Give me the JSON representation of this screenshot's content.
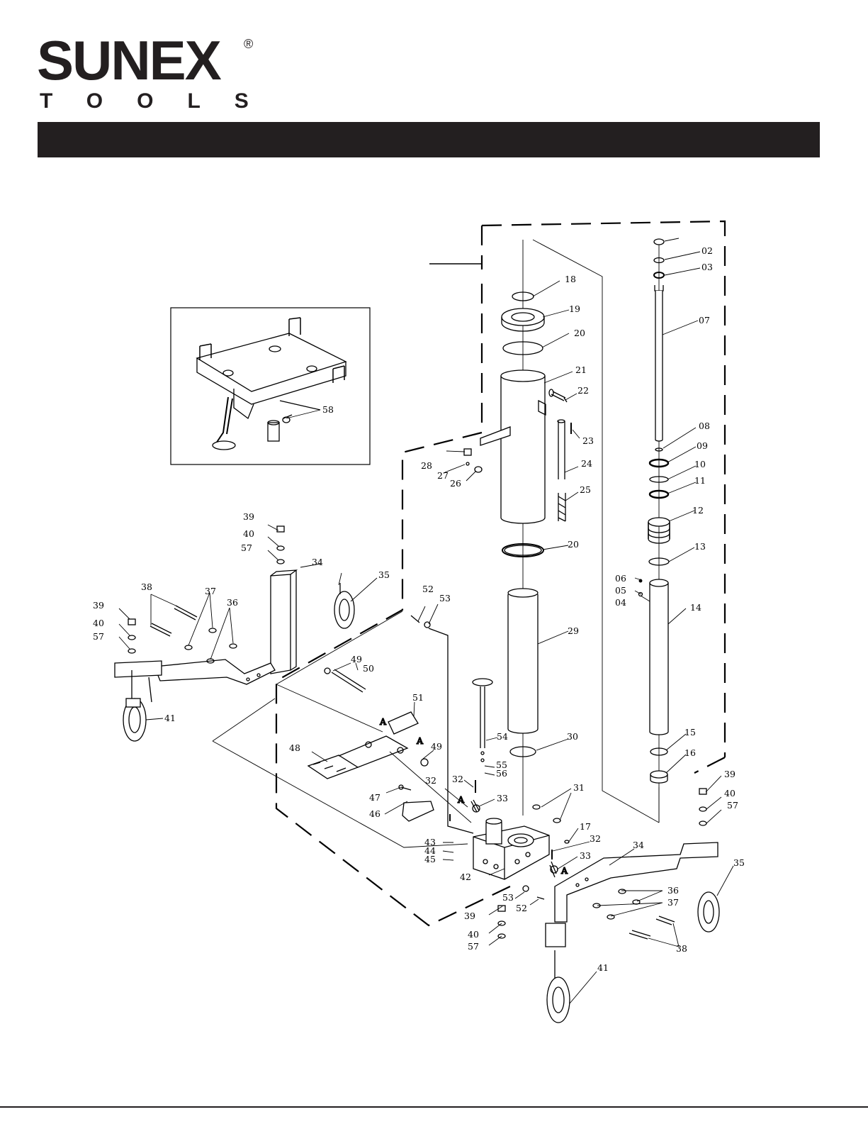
{
  "logo": {
    "brand": "SUNEX",
    "registered": "®",
    "subbrand": "TOOLS"
  },
  "colors": {
    "ink": "#231f20",
    "line": "#000000",
    "background": "#ffffff"
  },
  "labels": [
    "02",
    "03",
    "07",
    "08",
    "09",
    "10",
    "11",
    "12",
    "13",
    "06",
    "05",
    "04",
    "14",
    "15",
    "16",
    "18",
    "19",
    "20",
    "21",
    "22",
    "23",
    "24",
    "25",
    "28",
    "27",
    "26",
    "20",
    "29",
    "54",
    "55",
    "56",
    "30",
    "31",
    "32",
    "33",
    "17",
    "32",
    "33",
    "34",
    "35",
    "36",
    "37",
    "38",
    "39",
    "40",
    "57",
    "41",
    "42",
    "43",
    "44",
    "45",
    "46",
    "47",
    "48",
    "49",
    "50",
    "51",
    "52",
    "53",
    "52",
    "53",
    "58",
    "39",
    "40",
    "57",
    "34",
    "35",
    "38",
    "37",
    "36",
    "39",
    "40",
    "57",
    "41",
    "49",
    "A",
    "A",
    "A",
    "A"
  ]
}
